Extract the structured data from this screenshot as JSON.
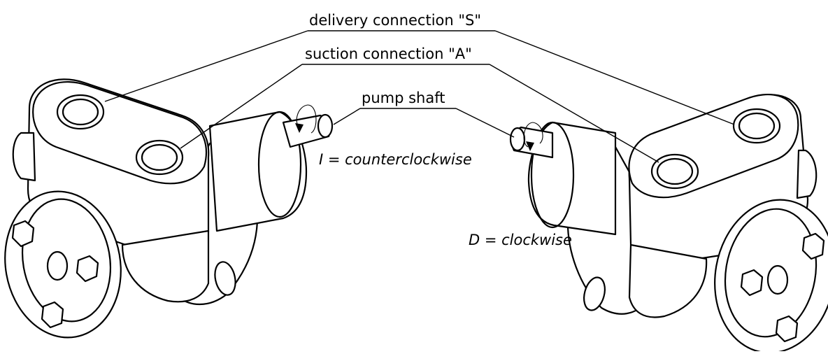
{
  "labels": {
    "delivery": "delivery connection \"S\"",
    "suction": "suction connection \"A\"",
    "shaft": "pump shaft"
  },
  "rotation": {
    "left": "I = counterclockwise",
    "right": "D = clockwise"
  }
}
